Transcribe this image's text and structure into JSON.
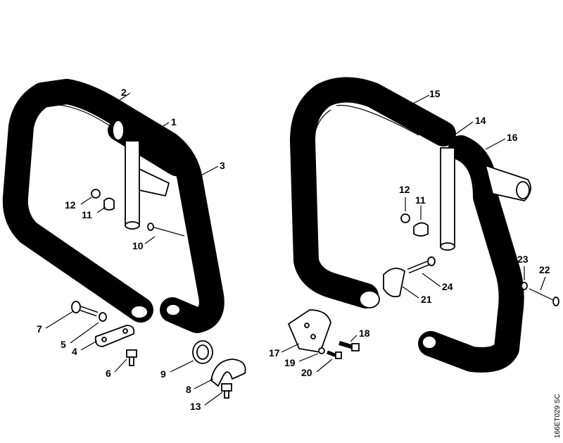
{
  "diagram": {
    "drawing_code": "166ET029 SC",
    "callouts": [
      {
        "id": "c1",
        "text": "1"
      },
      {
        "id": "c2",
        "text": "2"
      },
      {
        "id": "c3",
        "text": "3"
      },
      {
        "id": "c4",
        "text": "4"
      },
      {
        "id": "c5",
        "text": "5"
      },
      {
        "id": "c6",
        "text": "6"
      },
      {
        "id": "c7",
        "text": "7"
      },
      {
        "id": "c8",
        "text": "8"
      },
      {
        "id": "c9",
        "text": "9"
      },
      {
        "id": "c10",
        "text": "10"
      },
      {
        "id": "c11a",
        "text": "11"
      },
      {
        "id": "c12a",
        "text": "12"
      },
      {
        "id": "c13",
        "text": "13"
      },
      {
        "id": "c15",
        "text": "15"
      },
      {
        "id": "c14",
        "text": "14"
      },
      {
        "id": "c16",
        "text": "16"
      },
      {
        "id": "c12b",
        "text": "12"
      },
      {
        "id": "c11b",
        "text": "11"
      },
      {
        "id": "c17",
        "text": "17"
      },
      {
        "id": "c18",
        "text": "18"
      },
      {
        "id": "c19",
        "text": "19"
      },
      {
        "id": "c20",
        "text": "20"
      },
      {
        "id": "c21",
        "text": "21"
      },
      {
        "id": "c22",
        "text": "22"
      },
      {
        "id": "c23",
        "text": "23"
      },
      {
        "id": "c24",
        "text": "24"
      }
    ]
  }
}
